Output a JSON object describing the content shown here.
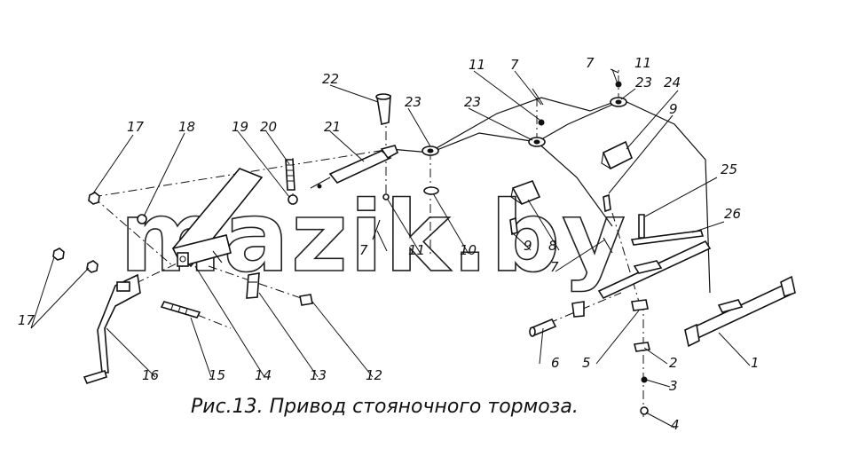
{
  "caption": "Рис.13. Привод стояночного тормоза.",
  "watermark": "mazik.by",
  "callouts": {
    "c1": "1",
    "c2": "2",
    "c3": "3",
    "c4": "4",
    "c5": "5",
    "c6": "6",
    "c7a": "7",
    "c7b": "7",
    "c7c": "7",
    "c7d": "7",
    "c8": "8",
    "c9a": "9",
    "c9b": "9",
    "c10": "10",
    "c11a": "11",
    "c11b": "11",
    "c11c": "11",
    "c12": "12",
    "c13": "13",
    "c14": "14",
    "c15": "15",
    "c16": "16",
    "c17a": "17",
    "c17b": "17",
    "c18": "18",
    "c19": "19",
    "c20": "20",
    "c21": "21",
    "c22": "22",
    "c23a": "23",
    "c23b": "23",
    "c23c": "23",
    "c24": "24",
    "c25": "25",
    "c26": "26"
  }
}
